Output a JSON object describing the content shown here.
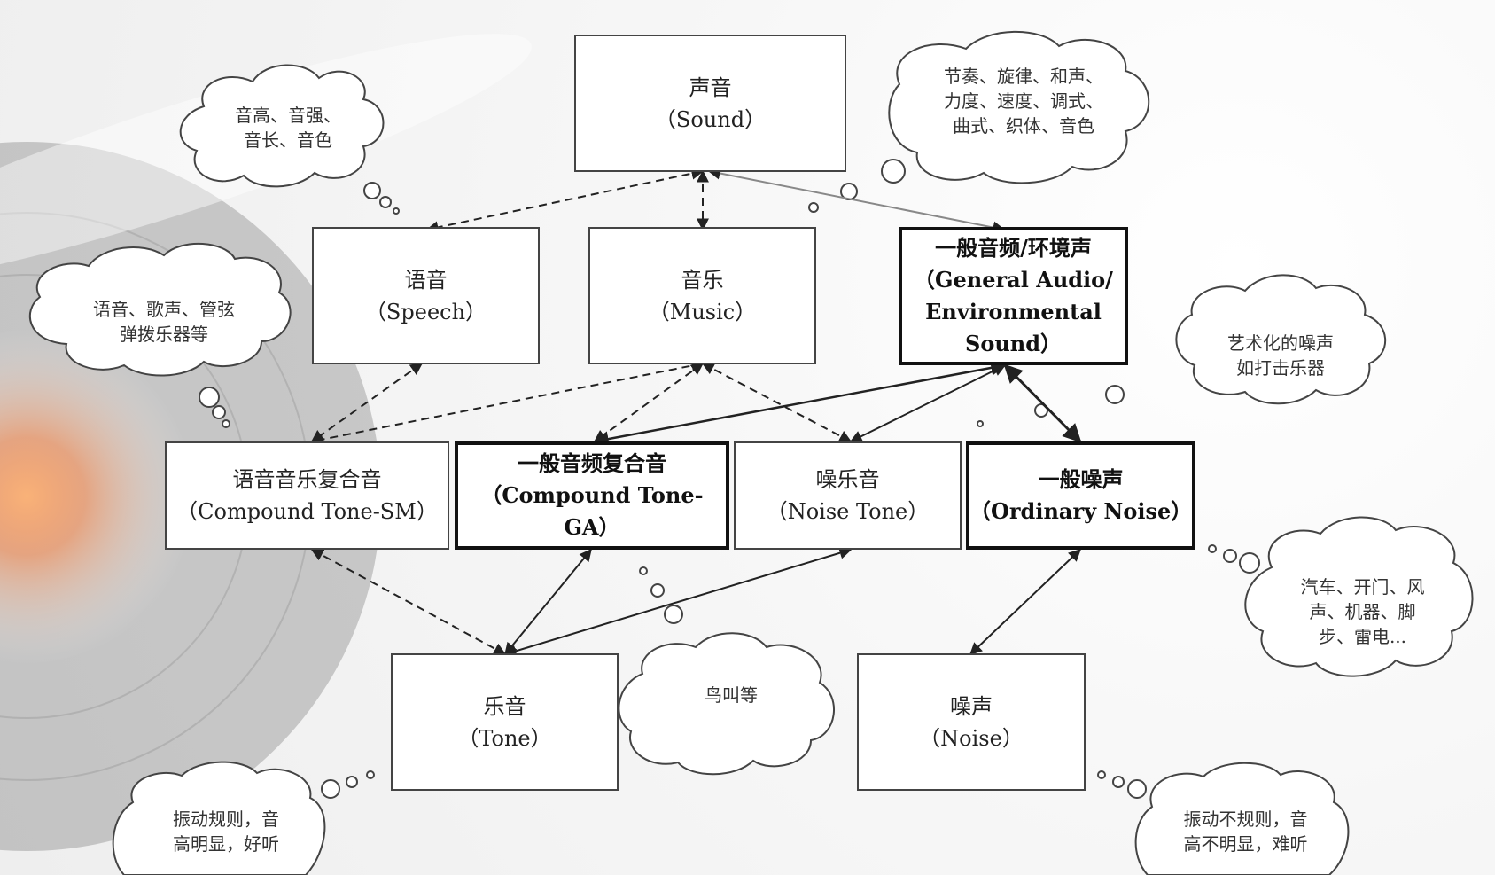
{
  "nodes": {
    "sound": {
      "cn": "声音",
      "en": "（Sound）"
    },
    "speech": {
      "cn": "语音",
      "en": "（Speech）"
    },
    "music": {
      "cn": "音乐",
      "en": "（Music）"
    },
    "general": {
      "cn": "一般音频/环境声",
      "en": "（General Audio/\nEnvironmental\nSound）"
    },
    "compound_sm": {
      "cn": "语音音乐复合音",
      "en": "（Compound Tone-SM）"
    },
    "compound_ga": {
      "cn": "一般音频复合音",
      "en": "（Compound Tone-\nGA）"
    },
    "noise_tone": {
      "cn": "噪乐音",
      "en": "（Noise Tone）"
    },
    "ordinary": {
      "cn": "一般噪声",
      "en": "（Ordinary Noise）"
    },
    "tone": {
      "cn": "乐音",
      "en": "（Tone）"
    },
    "noise": {
      "cn": "噪声",
      "en": "（Noise）"
    }
  },
  "clouds": {
    "attributes": "音高、音强、\n音长、音色",
    "music_elements": "节奏、旋律、和声、\n力度、速度、调式、\n曲式、织体、音色",
    "speech_examples": "语音、歌声、管弦\n弹拨乐器等",
    "artistic_noise": "艺术化的噪声\n如打击乐器",
    "noise_examples": "汽车、开门、风\n声、机器、脚\n步、雷电...",
    "bird": "鸟叫等",
    "tone_desc": "振动规则，音\n高明显，好听",
    "noise_desc": "振动不规则，音\n高不明显，难听"
  },
  "colors": {
    "line": "#222222",
    "box_border": "#444444",
    "bold_border": "#111111",
    "vinyl_glow": "#ff7a3a"
  }
}
